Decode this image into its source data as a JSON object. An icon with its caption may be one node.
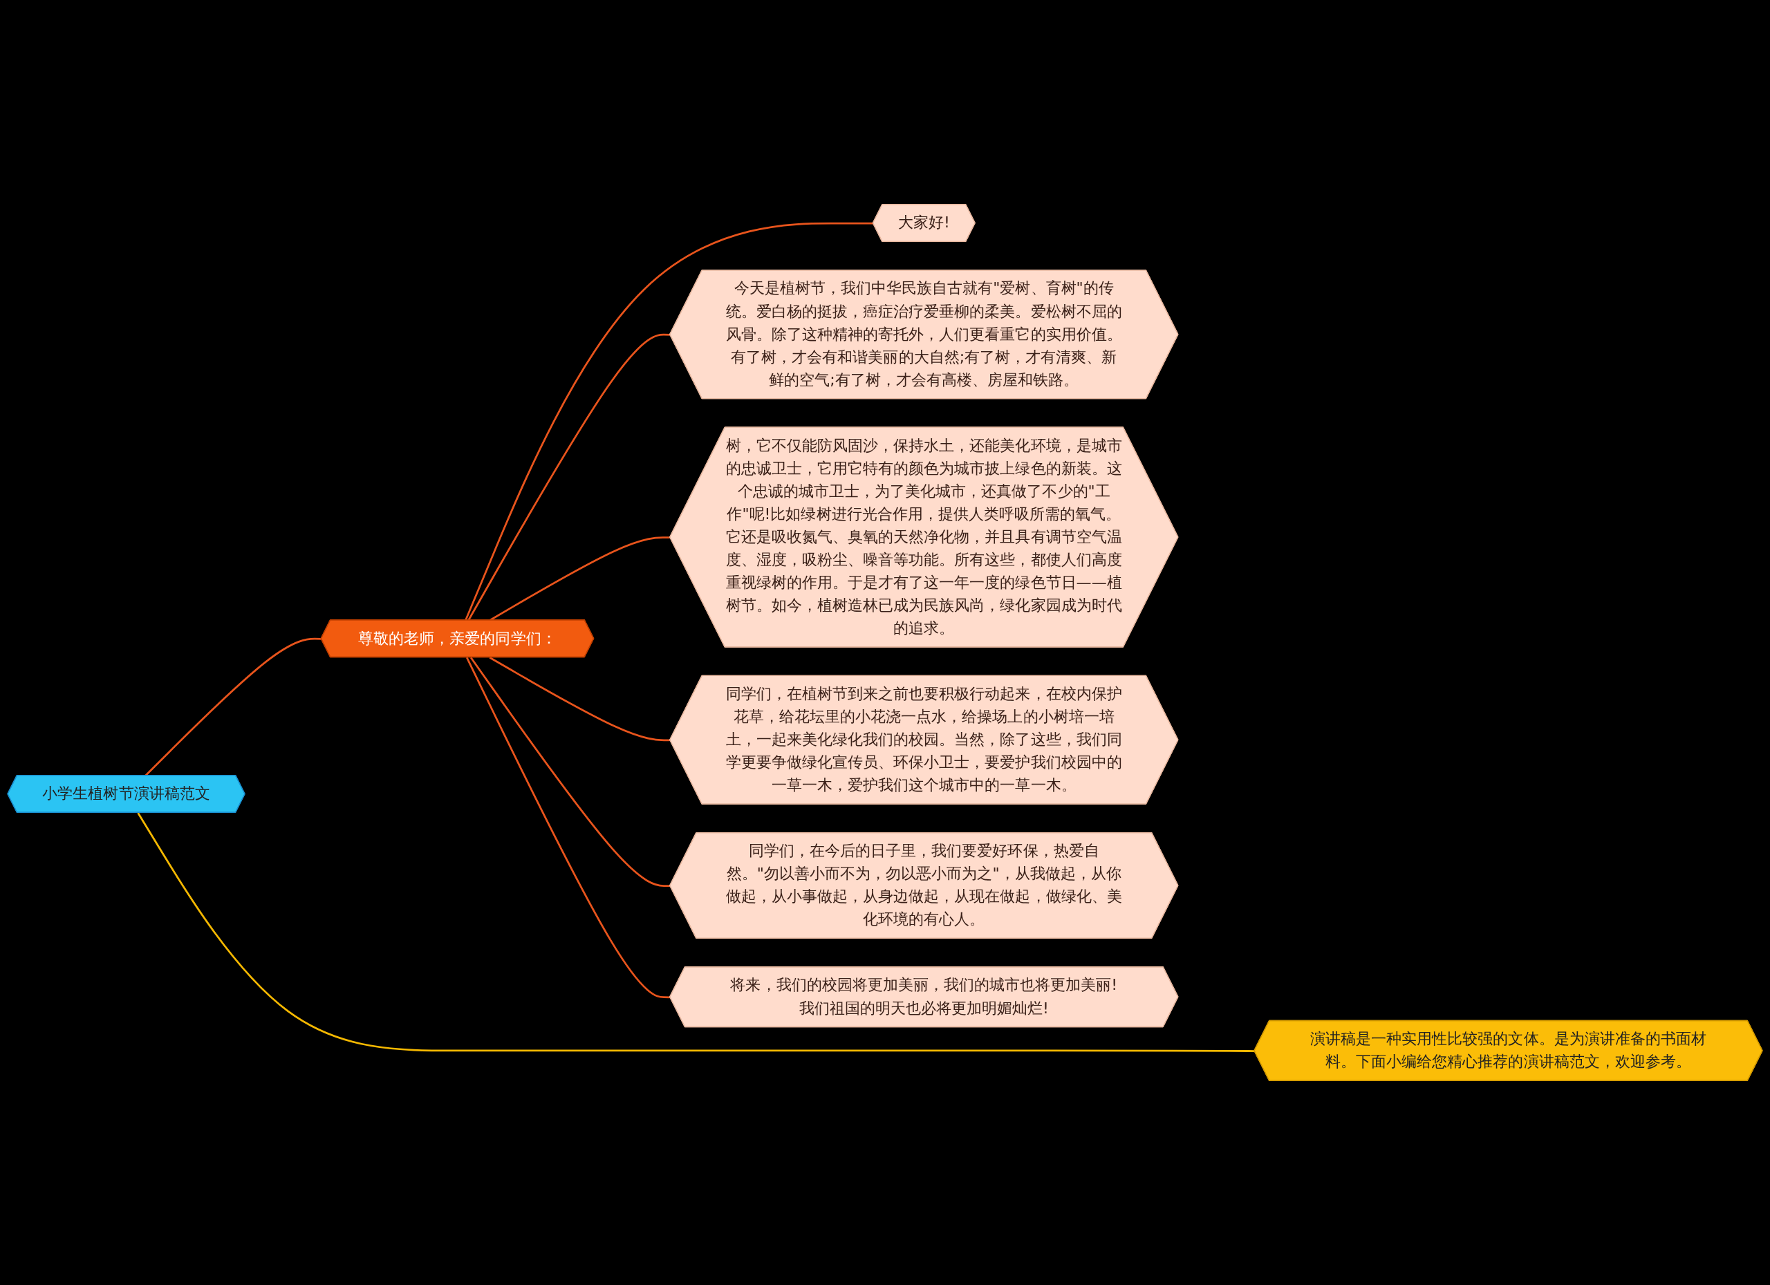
{
  "diagram": {
    "nodes": [
      {
        "text": [
          "小学生植树节演讲稿范文"
        ]
      },
      {
        "text": [
          "尊敬的老师，亲爱的同学们："
        ]
      },
      {
        "text": [
          "大家好!"
        ]
      },
      {
        "text": [
          "今天是植树节，我们中华民族自古就有\"爱树、育树\"的传统。爱白杨的挺拔，癌症治疗爱垂柳的柔美。爱松树不屈的风骨。除了这种精神的寄托外，人们更看重它的实用价值。有了树，才会有和谐美丽的大自然;有了树，才有清爽、新鲜的空气;有了树，才会有高楼、房屋和铁路。"
        ]
      },
      {
        "text": [
          "树，它不仅能防风固沙，保持水土，还能美化环境，是城市的忠诚卫士，它用它特有的颜色为城市披上绿色的新装。这个忠诚的城市卫士，为了美化城市，还真做了不少的\"工作\"呢!比如绿树进行光合作用，提供人类呼吸所需的氧气。它还是吸收氮气、臭氧的天然净化物，并且具有调节空气温度、湿度，吸粉尘、噪音等功能。所有这些，都使人们高度重视绿树的作用。于是才有了这一年一度的绿色节日——植树节。如今，植树造林已成为民族风尚，绿化家园成为时代的追求。"
        ]
      },
      {
        "text": [
          "同学们，在植树节到来之前也要积极行动起来，在校内保护花草，给花坛里的小花浇一点水，给操场上的小树培一培土，一起来美化绿化我们的校园。当然，除了这些，我们同学更要争做绿化宣传员、环保小卫士，要爱护我们校园中的一草一木，爱护我们这个城市中的一草一木。"
        ]
      },
      {
        "text": [
          "同学们，在今后的日子里，我们要爱好环保，热爱自然。\"勿以善小而不为，勿以恶小而为之\"，从我做起，从你做起，从小事做起，从身边做起，从现在做起，做绿化、美化环境的有心人。"
        ]
      },
      {
        "text": [
          "将来，我们的校园将更加美丽，我们的城市也将更加美丽!我们祖国的明天也必将更加明媚灿烂!"
        ]
      },
      {
        "text": [
          "演讲稿是一种实用性比较强的文体。是为演讲准备的书面材料。下面小编给您精心推荐的演讲稿范文，欢迎参考。"
        ]
      }
    ],
    "edges": [
      {
        "from": 0,
        "to": 1,
        "arrow": "none"
      },
      {
        "from": 1,
        "to": 2,
        "arrow": "none"
      },
      {
        "from": 1,
        "to": 3,
        "arrow": "none"
      },
      {
        "from": 1,
        "to": 4,
        "arrow": "none"
      },
      {
        "from": 1,
        "to": 5,
        "arrow": "none"
      },
      {
        "from": 1,
        "to": 6,
        "arrow": "none"
      },
      {
        "from": 1,
        "to": 7,
        "arrow": "none"
      },
      {
        "from": 0,
        "to": 8,
        "arrow": "none",
        "color": "#f5b800"
      }
    ]
  }
}
